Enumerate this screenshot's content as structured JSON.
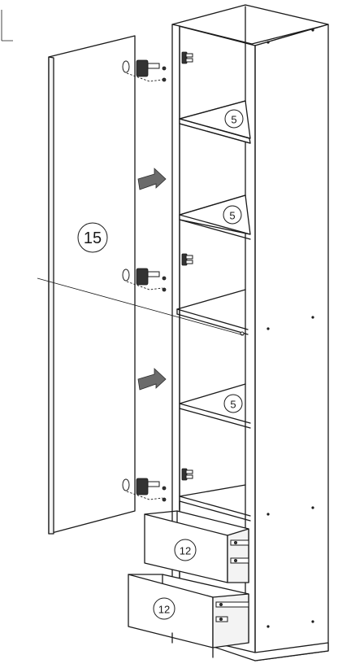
{
  "callouts": {
    "door": "15",
    "shelf_top": "5",
    "shelf_mid": "5",
    "shelf_low": "5",
    "drawer_upper": "12",
    "drawer_lower": "12"
  }
}
